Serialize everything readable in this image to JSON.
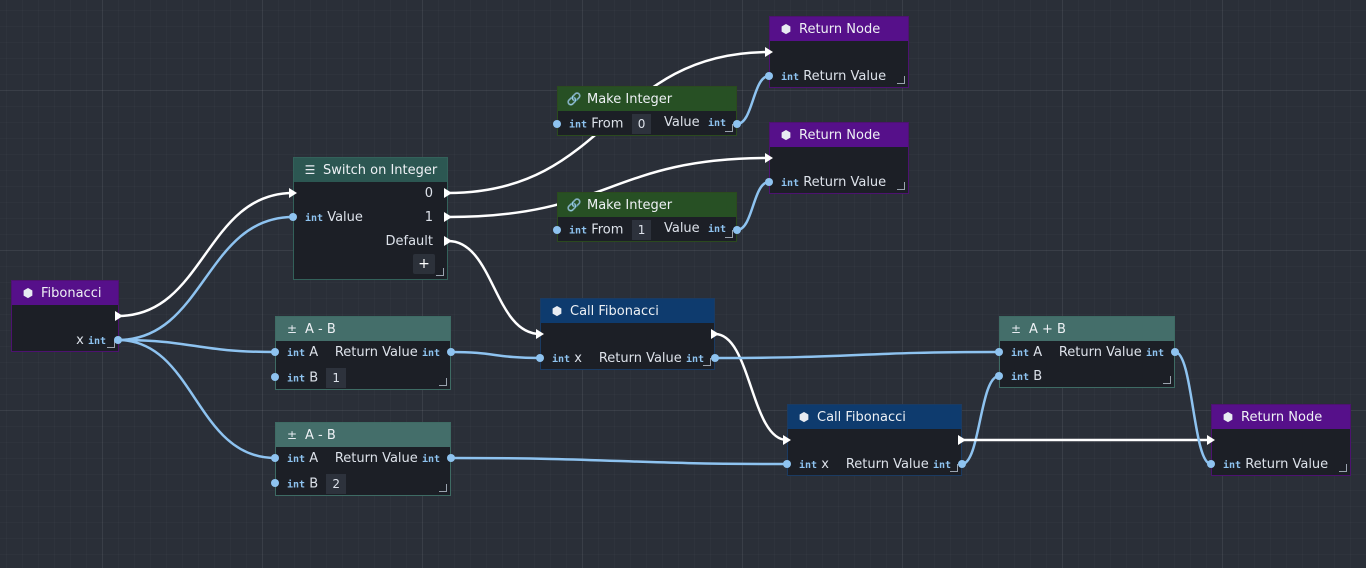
{
  "type_label": "int",
  "fib": {
    "title": "Fibonacci",
    "x_label": "x"
  },
  "switch_node": {
    "title": "Switch on Integer",
    "case0": "0",
    "case1": "1",
    "value_label": "Value",
    "default_label": "Default",
    "add_symbol": "+"
  },
  "make_int_1": {
    "title": "Make Integer",
    "from_label": "From",
    "from_value": "0",
    "value_label": "Value"
  },
  "make_int_2": {
    "title": "Make Integer",
    "from_label": "From",
    "from_value": "1",
    "value_label": "Value"
  },
  "return_1": {
    "title": "Return Node",
    "value_label": "Return Value"
  },
  "return_2": {
    "title": "Return Node",
    "value_label": "Return Value"
  },
  "return_3": {
    "title": "Return Node",
    "value_label": "Return Value"
  },
  "sub_1": {
    "title": "A - B",
    "a_label": "A",
    "b_label": "B",
    "b_value": "1",
    "out_label": "Return Value"
  },
  "sub_2": {
    "title": "A - B",
    "a_label": "A",
    "b_label": "B",
    "b_value": "2",
    "out_label": "Return Value"
  },
  "call_1": {
    "title": "Call Fibonacci",
    "x_label": "x",
    "out_label": "Return Value"
  },
  "call_2": {
    "title": "Call Fibonacci",
    "x_label": "x",
    "out_label": "Return Value"
  },
  "add_node": {
    "title": "A + B",
    "a_label": "A",
    "b_label": "B",
    "out_label": "Return Value"
  },
  "colors": {
    "wire_exec": "#ffffff",
    "wire_data": "#8ec3f0",
    "function_header": "#56108a",
    "literal_header": "#275024",
    "math_header": "#446e6a",
    "call_header": "#0e3b6e",
    "switch_header": "#2c5752"
  },
  "icons": {
    "function": "cube-icon",
    "literal": "link-icon",
    "math": "math-ops-icon",
    "call": "cube-icon",
    "switch": "switch-tree-icon",
    "add": "add-circle-icon"
  }
}
